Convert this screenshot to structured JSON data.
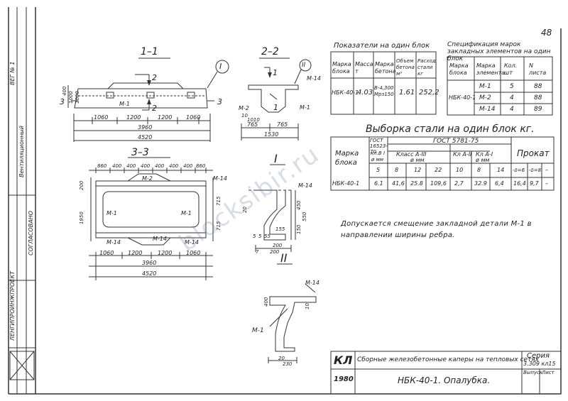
{
  "sheet_number": "48",
  "side_stamp": {
    "top_mark": "ВЕГ № 1",
    "org": "Вентиляционный",
    "approved": "СОГЛАСОВАНО",
    "institute": "ЛЕНГИПРОИНЖПРОЕКТ"
  },
  "sections": {
    "s1": "1–1",
    "s2": "2–2",
    "s3": "3–3",
    "detail1": "I",
    "detail2": "II"
  },
  "callouts": {
    "c1": "I",
    "c2": "II",
    "m14_a": "М-14",
    "m14_b": "М-14",
    "m14_c": "М-14",
    "m14_d": "М-14"
  },
  "section1": {
    "cut": "2",
    "cut_b": "2",
    "side_cut": "3",
    "side_cut_b": "3",
    "dim_top": "400",
    "dim_mid": "1000",
    "dim_bot": "1000",
    "m1": "М-1",
    "d1060a": "1060",
    "d1200a": "1200",
    "d1200b": "1200",
    "d1060b": "1060",
    "d3960": "3960",
    "d4520": "4520"
  },
  "section2": {
    "cut": "1",
    "cut_b": "1",
    "m2": "М-2",
    "m1": "М-1",
    "d10": "10",
    "d1010": "1010",
    "d765a": "765",
    "d765b": "765",
    "d1530": "1530"
  },
  "section3": {
    "top_dims": [
      "860",
      "400",
      "400",
      "400",
      "400",
      "400",
      "400",
      "860"
    ],
    "m2": "М-2",
    "m14": "М-14",
    "m1a": "М-1",
    "m1b": "М-1",
    "m14b": "М-14",
    "m14c": "М-14",
    "d200": "200",
    "d1950": "1950",
    "d715a": "715",
    "d715b": "715",
    "bot_a": "1060",
    "bot_b": "1200",
    "bot_c": "1200",
    "bot_d": "1060",
    "d3960": "3960",
    "d4520": "4520"
  },
  "detail1": {
    "d155": "155",
    "d5": "5",
    "d5b": "5",
    "d55": "55",
    "d200": "200",
    "d20": "20",
    "d450": "450",
    "d150": "150",
    "d550": "550",
    "d200b": "200",
    "d7": "7"
  },
  "detail2": {
    "m1": "М-1",
    "d400": "400",
    "d10": "10",
    "d20": "20",
    "d230": "230"
  },
  "table_indicators": {
    "title": "Показатели на один блок",
    "headers": [
      "Марка блока",
      "Масса т",
      "Марка бетона",
      "Объем бетона м³",
      "Расход стали кг"
    ],
    "row": [
      "НБК-40-1",
      "4.03",
      "В-4,300 Мрз150",
      "1.61",
      "252,2"
    ]
  },
  "table_spec": {
    "title": "Спецификация марок закладных элементов на один блок",
    "headers": [
      "Марка блока",
      "Марка элемента",
      "Кол. шт",
      "N листа"
    ],
    "block": "НБК-40-1",
    "rows": [
      [
        "М-1",
        "5",
        "88"
      ],
      [
        "М-2",
        "4",
        "88"
      ],
      [
        "М-14",
        "4",
        "89"
      ]
    ]
  },
  "table_steel": {
    "title": "Выборка стали на один блок кг.",
    "col_block": "Марка блока",
    "gost_a": "ГОСТ 16523-70",
    "gost_b": "ГОСТ 5781-75",
    "class_b1": "кл.В I",
    "class_a3": "Класс А-III",
    "class_a2": "Кл А-II",
    "class_a1": "Кл А-I",
    "dia_a": "ø мм",
    "dia_b": "ø мм",
    "dia_c": "ø мм",
    "rolled": "Прокат",
    "diam_row": [
      "5",
      "8",
      "12",
      "22",
      "10",
      "8",
      "14",
      "-δ=6",
      "-δ=8",
      "–"
    ],
    "row": [
      "НБК-40-1",
      "6.1",
      "41,6",
      "25.8",
      "109,6",
      "2,7",
      "32.9",
      "6,4",
      "16,4",
      "9,7",
      "–"
    ]
  },
  "note": "Допускается смещение закладной детали М-1 в направлении ширины ребра.",
  "title_block": {
    "code": "КЛ",
    "year": "1980",
    "description": "Сборные железобетонные каперы на тепловых сетях",
    "drawing": "НБК-40-1. Опалубка.",
    "series_label": "Серия",
    "series_value": "3.309 кл15",
    "sheet_label": "Выпуск",
    "sheet_value": "Лист"
  },
  "watermark": "blocksibir.ru"
}
